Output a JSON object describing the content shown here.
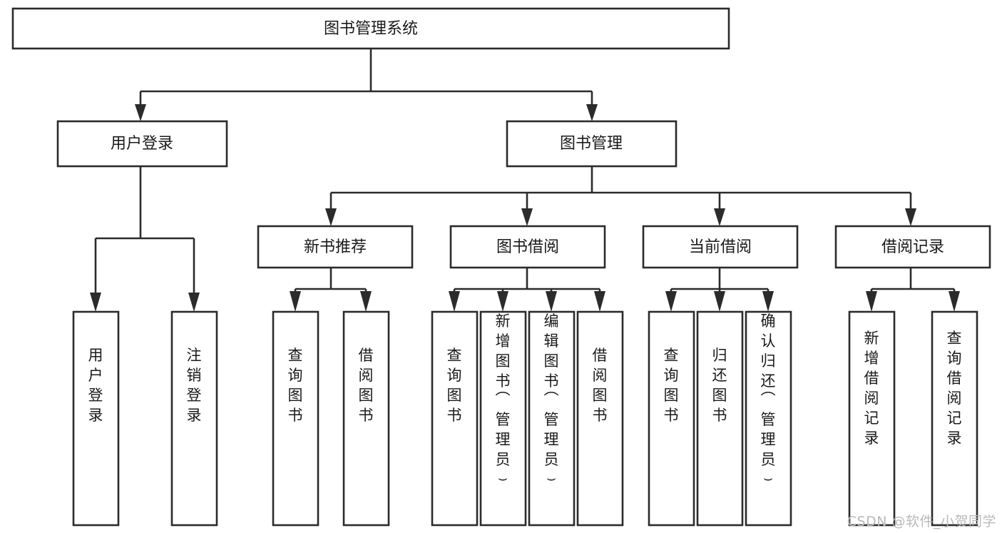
{
  "diagram": {
    "type": "tree",
    "title": "图书管理系统",
    "watermark": "CSDN @软件_小贺同学",
    "colors": {
      "stroke": "#2b2b2b",
      "fill": "#ffffff",
      "text": "#1a1a1a",
      "watermark": "#b9b9b9",
      "background": "#ffffff"
    },
    "nodes": {
      "root": {
        "label": "图书管理系统",
        "orientation": "horizontal",
        "level": 1
      },
      "l2_0": {
        "label": "用户登录",
        "orientation": "horizontal",
        "level": 2
      },
      "l2_1": {
        "label": "图书管理",
        "orientation": "horizontal",
        "level": 2
      },
      "l3_0": {
        "label": "新书推荐",
        "orientation": "horizontal",
        "level": 3
      },
      "l3_1": {
        "label": "图书借阅",
        "orientation": "horizontal",
        "level": 3
      },
      "l3_2": {
        "label": "当前借阅",
        "orientation": "horizontal",
        "level": 3
      },
      "l3_3": {
        "label": "借阅记录",
        "orientation": "horizontal",
        "level": 3
      },
      "leaf_0": {
        "label": "用户登录",
        "orientation": "vertical",
        "level": 4
      },
      "leaf_1": {
        "label": "注销登录",
        "orientation": "vertical",
        "level": 4
      },
      "leaf_2": {
        "label": "查询图书",
        "orientation": "vertical",
        "level": 4
      },
      "leaf_3": {
        "label": "借阅图书",
        "orientation": "vertical",
        "level": 4
      },
      "leaf_4": {
        "label": "查询图书",
        "orientation": "vertical",
        "level": 4
      },
      "leaf_5": {
        "label": "新增图书（管理员）",
        "orientation": "vertical",
        "level": 4
      },
      "leaf_6": {
        "label": "编辑图书（管理员）",
        "orientation": "vertical",
        "level": 4
      },
      "leaf_7": {
        "label": "借阅图书",
        "orientation": "vertical",
        "level": 4
      },
      "leaf_8": {
        "label": "查询图书",
        "orientation": "vertical",
        "level": 4
      },
      "leaf_9": {
        "label": "归还图书",
        "orientation": "vertical",
        "level": 4
      },
      "leaf_10": {
        "label": "确认归还（管理员）",
        "orientation": "vertical",
        "level": 4
      },
      "leaf_11": {
        "label": "新增借阅记录",
        "orientation": "vertical",
        "level": 4
      },
      "leaf_12": {
        "label": "查询借阅记录",
        "orientation": "vertical",
        "level": 4
      }
    },
    "hierarchy": [
      {
        "label": "图书管理系统",
        "children": [
          {
            "label": "用户登录",
            "children": [
              {
                "label": "用户登录"
              },
              {
                "label": "注销登录"
              }
            ]
          },
          {
            "label": "图书管理",
            "children": [
              {
                "label": "新书推荐",
                "children": [
                  {
                    "label": "查询图书"
                  },
                  {
                    "label": "借阅图书"
                  }
                ]
              },
              {
                "label": "图书借阅",
                "children": [
                  {
                    "label": "查询图书"
                  },
                  {
                    "label": "新增图书（管理员）"
                  },
                  {
                    "label": "编辑图书（管理员）"
                  },
                  {
                    "label": "借阅图书"
                  }
                ]
              },
              {
                "label": "当前借阅",
                "children": [
                  {
                    "label": "查询图书"
                  },
                  {
                    "label": "归还图书"
                  },
                  {
                    "label": "确认归还（管理员）"
                  }
                ]
              },
              {
                "label": "借阅记录",
                "children": [
                  {
                    "label": "新增借阅记录"
                  },
                  {
                    "label": "查询借阅记录"
                  }
                ]
              }
            ]
          }
        ]
      }
    ]
  }
}
